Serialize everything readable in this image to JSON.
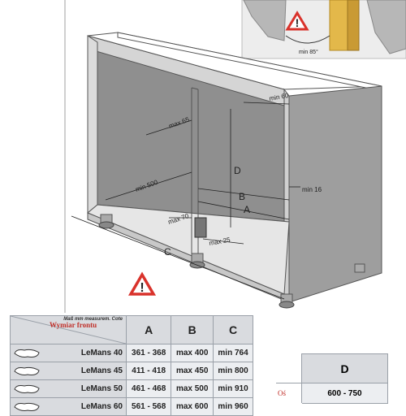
{
  "inset": {
    "angle_label": "min 85°"
  },
  "dimensions": {
    "max_65": "max 65",
    "min_60": "min 60",
    "min_500": "min 500",
    "min_16": "min 16",
    "max_70": "max 70",
    "max_25": "max 25",
    "label_A": "A",
    "label_B": "B",
    "label_C": "C",
    "label_D": "D"
  },
  "table": {
    "header": {
      "front_size": "Wymiar frontu",
      "measure_label": "Maß mm measurem. Cote",
      "col_a": "A",
      "col_b": "B",
      "col_c": "C"
    },
    "rows": [
      {
        "model": "LeMans 40",
        "a": "361 - 368",
        "b": "max 400",
        "c": "min 764"
      },
      {
        "model": "LeMans 45",
        "a": "411 - 418",
        "b": "max 450",
        "c": "min 800"
      },
      {
        "model": "LeMans 50",
        "a": "461 - 468",
        "b": "max 500",
        "c": "min 910"
      },
      {
        "model": "LeMans 60",
        "a": "561 - 568",
        "b": "max 600",
        "c": "min 960"
      }
    ]
  },
  "d_table": {
    "header": "D",
    "row_label": "Oś",
    "value": "600 - 750"
  },
  "colors": {
    "cabinet_panel": "#8f8f8f",
    "cabinet_edge": "#c8c8c8",
    "warning": "#d9322b",
    "label_red": "#c0302a"
  }
}
